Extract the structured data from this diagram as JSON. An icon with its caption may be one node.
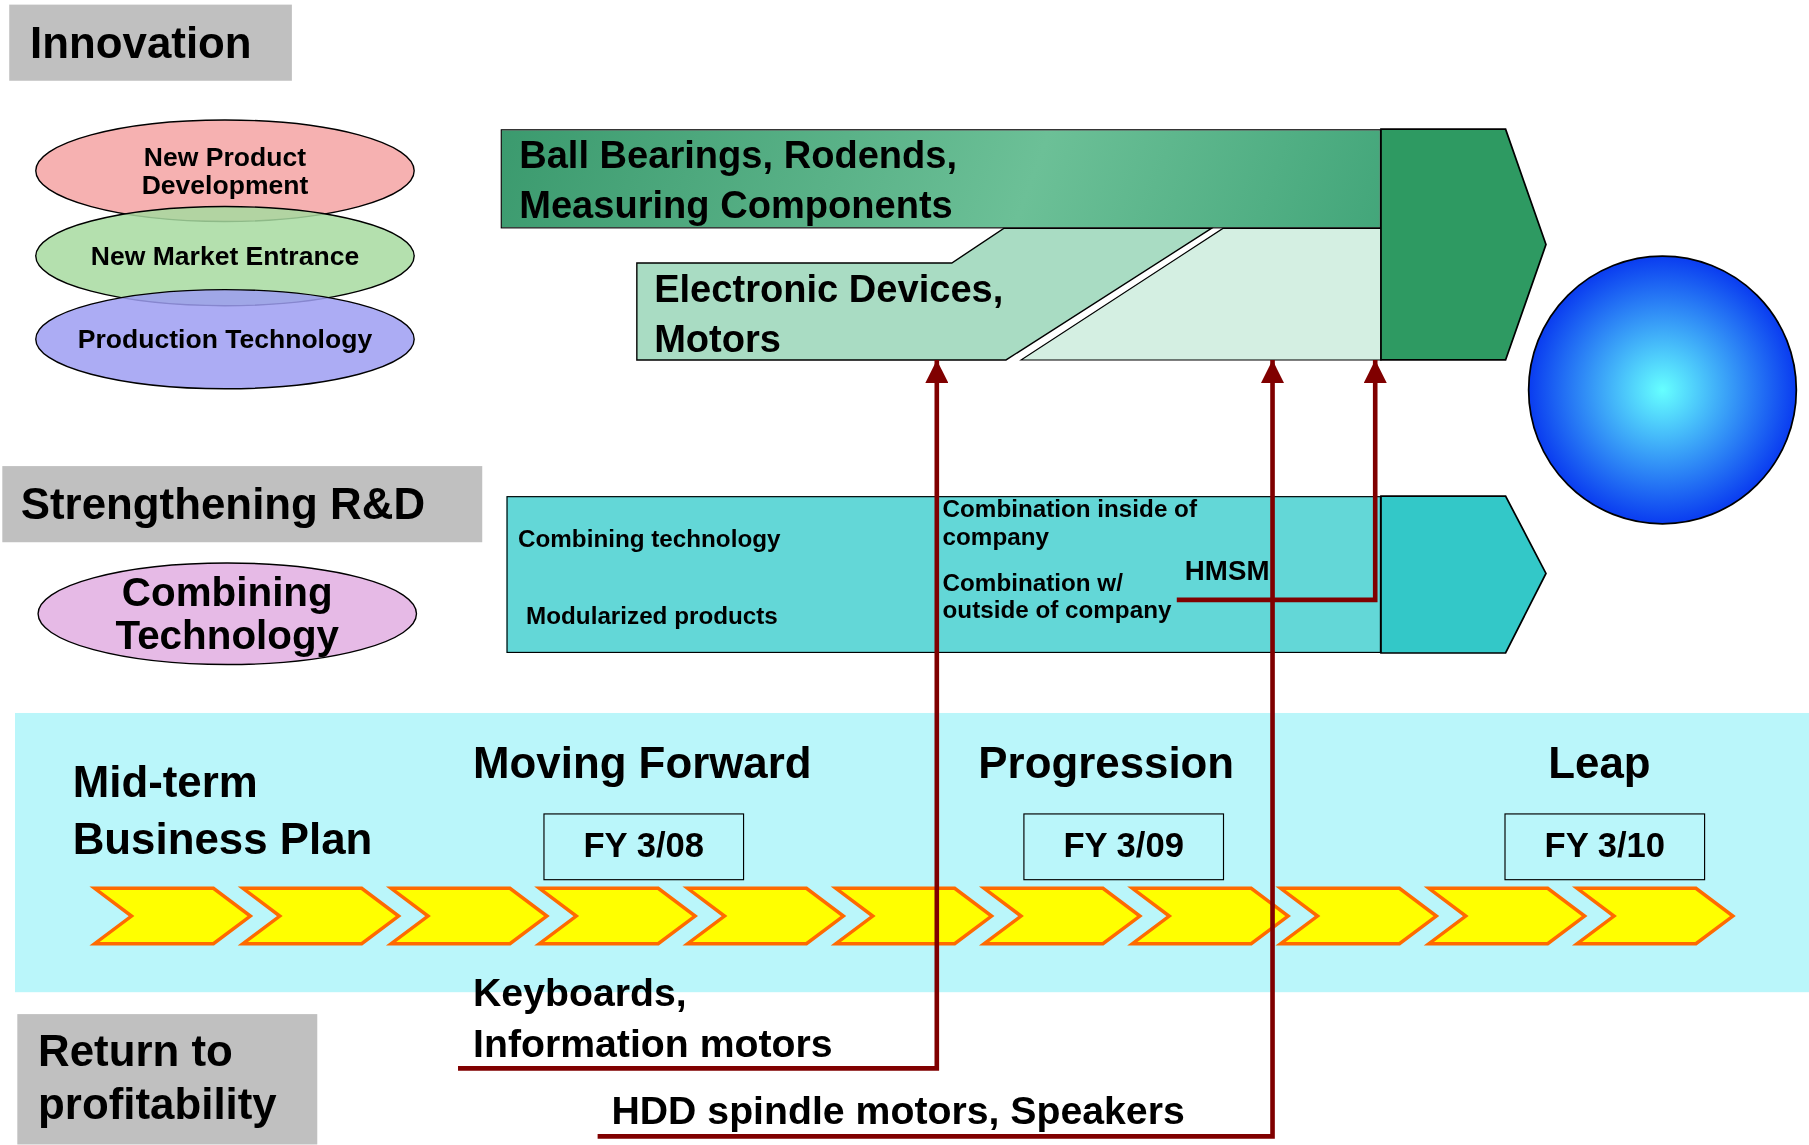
{
  "diagram": {
    "nodes": [
      {
        "text": [
          "Innovation"
        ]
      },
      {
        "text": [
          "New Product Development"
        ]
      },
      {
        "text": [
          "New Market Entrance"
        ]
      },
      {
        "text": [
          "Production Technology"
        ]
      },
      {
        "text": [
          "Strengthening R&D"
        ]
      },
      {
        "text": [
          "Combining Technology"
        ]
      },
      {
        "text": [
          "Return to profitability"
        ]
      },
      {
        "text": [
          "Ball Bearings, Rodends, Measuring Components"
        ]
      },
      {
        "text": [
          "Electronic Devices, Motors"
        ]
      },
      {
        "text": [
          "Combining technology",
          "Modularized products",
          "Combination inside of company",
          "Combination w/ outside of company"
        ]
      },
      {
        "text": [
          "HMSM"
        ],
        "in": 9
      },
      {
        "text": [
          "Mid-term Business Plan"
        ]
      },
      {
        "text": [
          "FY 3/08"
        ],
        "in": 11,
        "beside": [
          "Moving Forward"
        ]
      },
      {
        "text": [
          "FY 3/09"
        ],
        "in": 11,
        "beside": [
          "Progression"
        ]
      },
      {
        "text": [
          "FY 3/10"
        ],
        "in": 11,
        "beside": [
          "Leap"
        ]
      },
      {
        "text": [
          "Keyboards, Information motors"
        ]
      },
      {
        "text": [
          "HDD spindle motors, Speakers"
        ]
      },
      {
        "text": [],
        "shape": "circle"
      }
    ],
    "edges": [
      {
        "from": 15,
        "to": 8,
        "arrow": "to"
      },
      {
        "from": 16,
        "to": 8,
        "arrow": "to"
      },
      {
        "from": 10,
        "to": 8,
        "arrow": "to"
      }
    ]
  }
}
